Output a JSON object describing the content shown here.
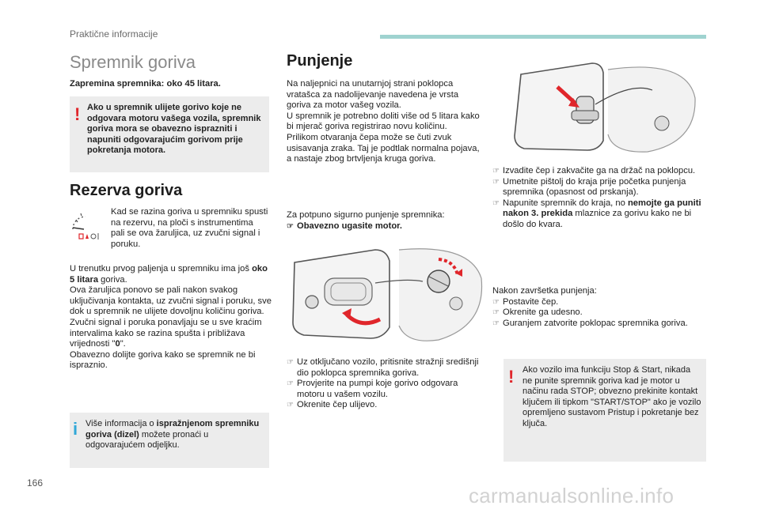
{
  "header": {
    "section": "Praktične informacije"
  },
  "title": "Spremnik goriva",
  "capacity": "Zapremina spremnika: oko 45 litara.",
  "warning1": "Ako u spremnik ulijete gorivo koje ne odgovara motoru vašega vozila, spremnik goriva mora se obavezno isprazniti i napuniti odgovarajućim gorivom prije pokretanja motora.",
  "reserve": {
    "heading": "Rezerva goriva",
    "text": "Kad se razina goriva u spremniku spusti na rezervu, na ploči s instrumentima pali se ova žaruljica, uz zvučni signal i poruku.",
    "p1a": "U trenutku prvog paljenja u spremniku ima još ",
    "p1b": "oko 5 litara",
    "p1c": " goriva.",
    "p2": "Ova žaruljica ponovo se pali nakon svakog uključivanja kontakta, uz zvučni signal i poruku, sve dok u spremnik ne ulijete dovoljnu količinu goriva. Zvučni signal i poruka ponavljaju se u sve kraćim intervalima kako se razina spušta i približava vrijednosti \"",
    "p2b": "0",
    "p2c": "\".",
    "p3": "Obavezno dolijte goriva kako se spremnik ne bi ispraznio."
  },
  "info_box": {
    "a": "Više informacija o ",
    "b": "ispražnjenom spremniku goriva (dizel)",
    "c": " možete pronaći u odgovarajućem odjeljku."
  },
  "filling": {
    "heading": "Punjenje",
    "p1": "Na naljepnici na unutarnjoj strani poklopca vratašca za nadolijevanje navedena je vrsta goriva za motor vašeg vozila.",
    "p2": "U spremnik je potrebno doliti više od 5 litara kako bi mjerač goriva registrirao novu količinu.",
    "p3": "Prilikom otvaranja čepa može se čuti zvuk usisavanja zraka. Taj je podtlak normalna pojava, a nastaje zbog brtvljenja kruga goriva.",
    "safe_intro": "Za potpuno sigurno punjenje spremnika:",
    "safe_item": "Obavezno ugasite motor.",
    "steps": [
      "Uz otključano vozilo, pritisnite stražnji središnji dio poklopca spremnika goriva.",
      "Provjerite na pumpi koje gorivo odgovara motoru u vašem vozilu.",
      "Okrenite čep ulijevo."
    ]
  },
  "right": {
    "steps1": [
      "Izvadite čep i zakvačite ga na držač na poklopcu.",
      "Umetnite pištolj do kraja prije početka punjenja spremnika (opasnost od prskanja)."
    ],
    "step3a": "Napunite spremnik do kraja, no ",
    "step3b": "nemojte ga puniti nakon 3. prekida",
    "step3c": " mlaznice za gorivu kako ne bi došlo do kvara.",
    "after_intro": "Nakon završetka punjenja:",
    "after_steps": [
      "Postavite čep.",
      "Okrenite ga udesno.",
      "Guranjem zatvorite poklopac spremnika goriva."
    ],
    "warning2": "Ako vozilo ima funkciju Stop & Start, nikada ne punite spremnik goriva kad je motor u načinu rada STOP; obvezno prekinite kontakt ključem ili tipkom \"START/STOP\" ako je vozilo opremljeno sustavom Pristup i pokretanje bez ključa."
  },
  "page_number": "166",
  "watermark": "carmanualsonline.info",
  "colors": {
    "accent": "#9fd3d0",
    "warning": "#e0262b",
    "info": "#31a8d8",
    "arrow": "#e0262b"
  }
}
